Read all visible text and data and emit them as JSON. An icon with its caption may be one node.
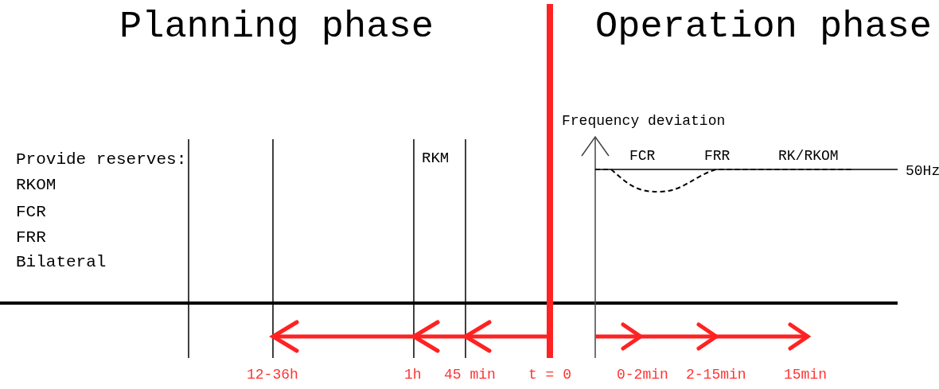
{
  "diagram": {
    "labels": [
      "Planning phase",
      "Operation phase",
      "Provide reserves:",
      "RKOM",
      "FCR",
      "FRR",
      "Bilateral",
      "RKM",
      "Frequency deviation",
      "FCR",
      "FRR",
      "RK/RKOM",
      "50Hz",
      "12-36h",
      "1h",
      "45 min",
      "t = 0",
      "0-2min",
      "2-15min",
      "15min"
    ]
  }
}
